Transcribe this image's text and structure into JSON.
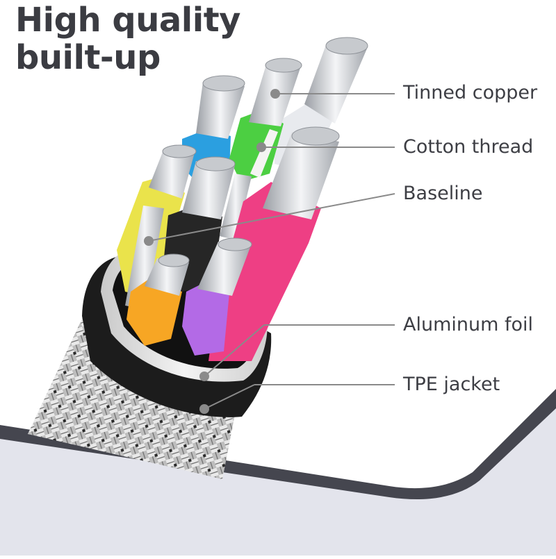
{
  "title": {
    "line1": "High quality",
    "line2": "built-up"
  },
  "callouts": [
    {
      "id": "tinned-copper",
      "label": "Tinned copper"
    },
    {
      "id": "cotton-thread",
      "label": "Cotton thread"
    },
    {
      "id": "baseline",
      "label": "Baseline"
    },
    {
      "id": "aluminum-foil",
      "label": "Aluminum foil"
    },
    {
      "id": "tpe-jacket",
      "label": "TPE jacket"
    }
  ],
  "colors": {
    "title_text": "#3b3c42",
    "label_text": "#3d3e44",
    "leader_line": "#8a8a8a",
    "background_panel": "#e3e4ec",
    "background_edge": "#45464f",
    "wire_blue": "#2b9fe0",
    "wire_green": "#4ccf42",
    "wire_white": "#e8eaee",
    "wire_yellow": "#eae34b",
    "wire_black": "#262626",
    "wire_pink": "#ee3f84",
    "wire_orange": "#f7a624",
    "wire_purple": "#b36ae6",
    "foil": "#dcdcdc",
    "jacket": "#1c1c1c",
    "braid": "#9c9c9c"
  }
}
